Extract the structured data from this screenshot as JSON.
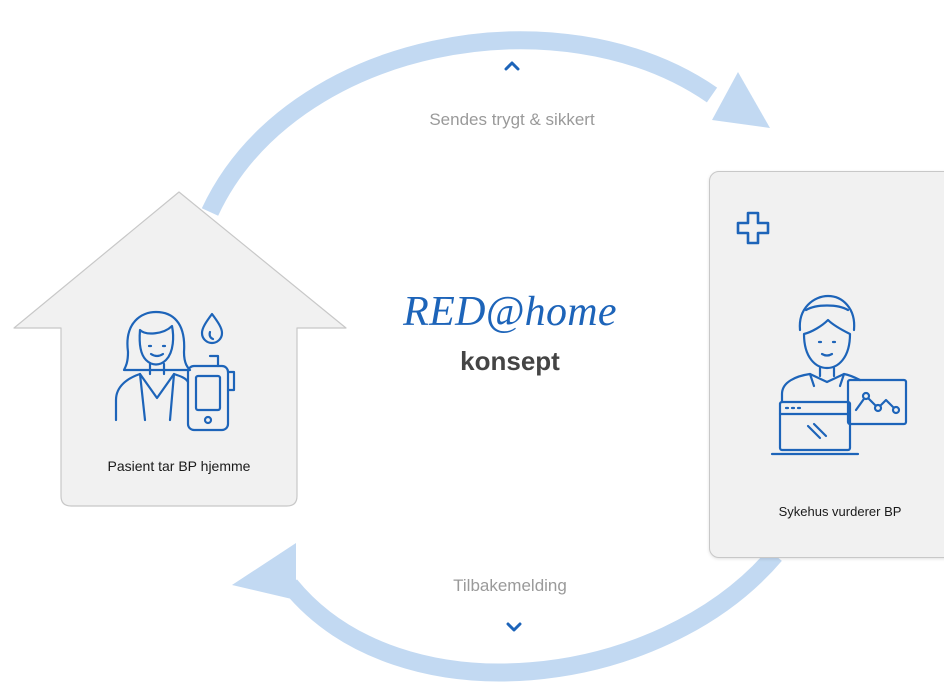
{
  "title": "RED@home",
  "subtitle": "konsept",
  "top_flow": {
    "label": "Sendes trygt & sikkert",
    "chevron_icon": "chevron-up-icon"
  },
  "bottom_flow": {
    "label": "Tilbakemelding",
    "chevron_icon": "chevron-down-icon"
  },
  "patient": {
    "label": "Pasient tar BP hjemme",
    "icon": "patient-with-bp-device-icon",
    "container_icon": "house-shape"
  },
  "hospital": {
    "label": "Sykehus vurderer BP",
    "icon": "doctor-with-screen-chart-icon",
    "cross_icon": "medical-cross-icon"
  },
  "colors": {
    "arrow": "#c2d9f2",
    "accent_blue": "#1d64b9",
    "title_gray": "#444444",
    "label_gray": "#9a9a9a",
    "card_bg": "#f1f1f1"
  }
}
